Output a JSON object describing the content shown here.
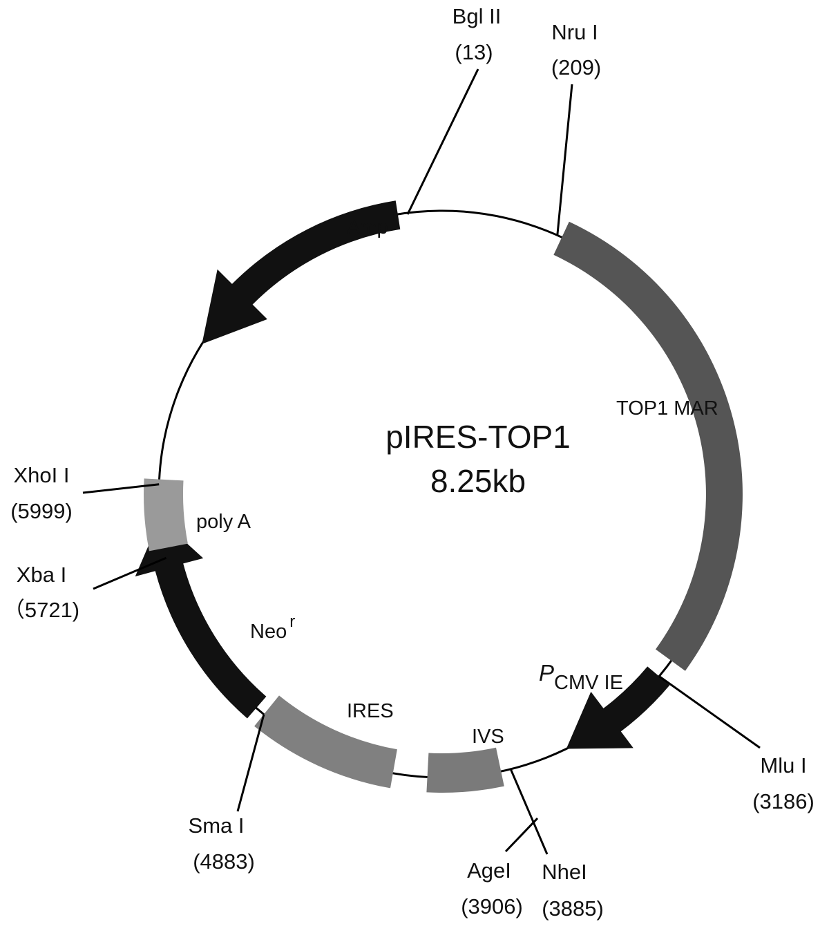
{
  "plasmid": {
    "name": "pIRES-TOP1",
    "size": "8.25kb"
  },
  "sites": [
    {
      "id": "bglii",
      "name": "Bgl II",
      "pos": "(13)"
    },
    {
      "id": "nrui",
      "name": "Nru I",
      "pos": "(209)"
    },
    {
      "id": "mlui",
      "name": "Mlu I",
      "pos": "(3186)"
    },
    {
      "id": "agei",
      "name": "AgeI",
      "pos": "(3906)"
    },
    {
      "id": "nhei",
      "name": "NheI",
      "pos": "(3885)"
    },
    {
      "id": "smai",
      "name": "Sma I",
      "pos": "(4883)"
    },
    {
      "id": "xbai",
      "name": "Xba I",
      "pos": "（5721)"
    },
    {
      "id": "xhoi",
      "name": "XhoI I",
      "pos": "(5999)"
    }
  ],
  "features": {
    "top1mar": "TOP1 MAR",
    "pcmv_p": "P",
    "pcmv_sub": "CMV IE",
    "ivs": "IVS",
    "ires": "IRES",
    "neo_base": "Neo",
    "neo_sup": "r",
    "polya": "poly A",
    "amp_base": "Amp",
    "amp_sup": "r"
  },
  "colors": {
    "backbone": "#000000",
    "dark_arrow": "#111111",
    "mar": "#555555",
    "ires": "#808080",
    "ivs": "#7a7a7a",
    "polya": "#9a9a9a"
  }
}
